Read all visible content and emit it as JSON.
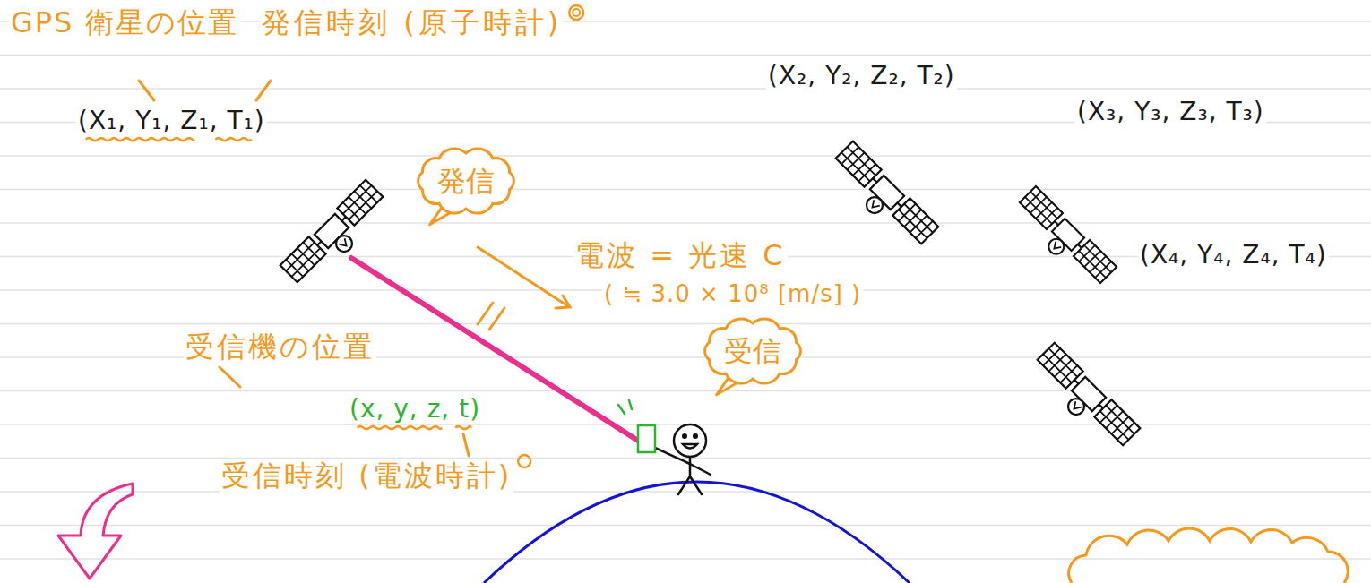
{
  "diagram": {
    "nodes": [
      {
        "text": [
          "発信"
        ]
      },
      {
        "text": [
          "受信"
        ]
      }
    ],
    "labels": [
      "GPS 衛星の位置",
      "発信時刻 (原子時計)",
      "(X₁, Y₁, Z₁, T₁)",
      "(X₂, Y₂, Z₂, T₂)",
      "(X₃, Y₃, Z₃, T₃)",
      "(X₄, Y₄, Z₄, T₄)",
      "電波 = 光速 C",
      "( ≒ 3.0 × 10⁸ [m/s] )",
      "受信機の位置",
      "(x, y, z, t)",
      "受信時刻 (電波時計)"
    ]
  }
}
